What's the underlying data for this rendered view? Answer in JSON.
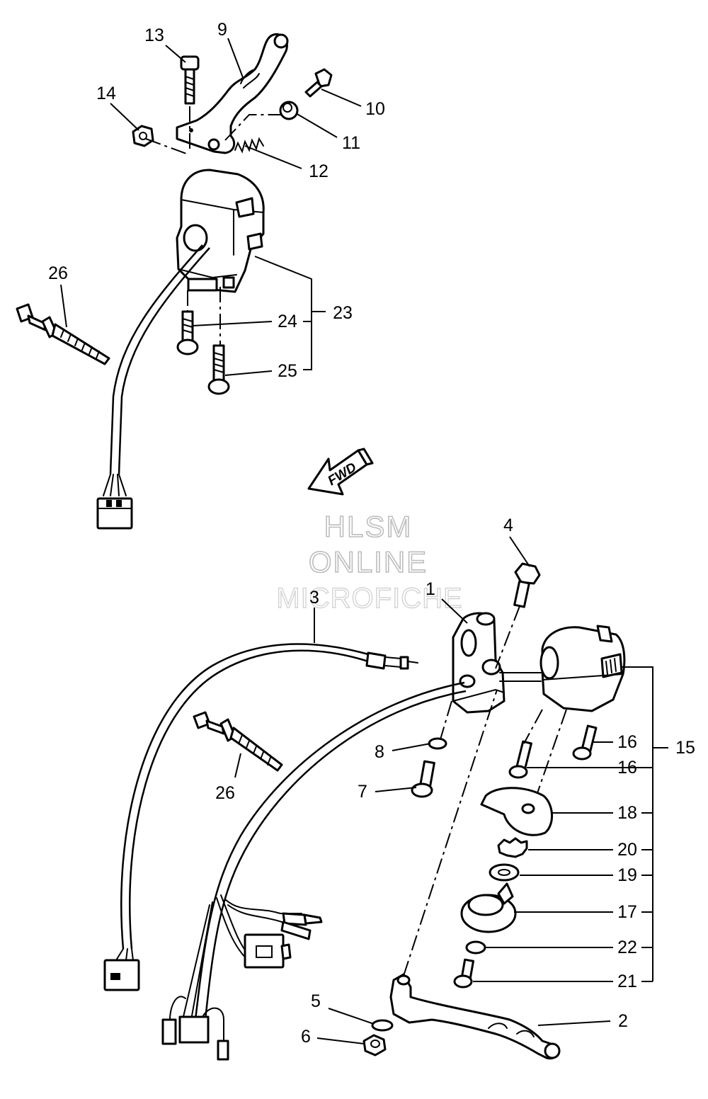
{
  "colors": {
    "line": "#000000",
    "background": "#ffffff",
    "watermark": "#bdbdbd"
  },
  "watermark": {
    "line1": "HLSM",
    "line2": "ONLINE",
    "line3": "MICROFICHE"
  },
  "direction_arrow": {
    "text": "FWD"
  },
  "callouts": {
    "p1": "1",
    "p2": "2",
    "p3": "3",
    "p4": "4",
    "p5": "5",
    "p6": "6",
    "p7": "7",
    "p8": "8",
    "p9": "9",
    "p10": "10",
    "p11": "11",
    "p12": "12",
    "p13": "13",
    "p14": "14",
    "p15": "15",
    "p16a": "16",
    "p16b": "16",
    "p17": "17",
    "p18": "18",
    "p19": "19",
    "p20": "20",
    "p21": "21",
    "p22": "22",
    "p23": "23",
    "p24": "24",
    "p25": "25",
    "p26a": "26",
    "p26b": "26"
  }
}
